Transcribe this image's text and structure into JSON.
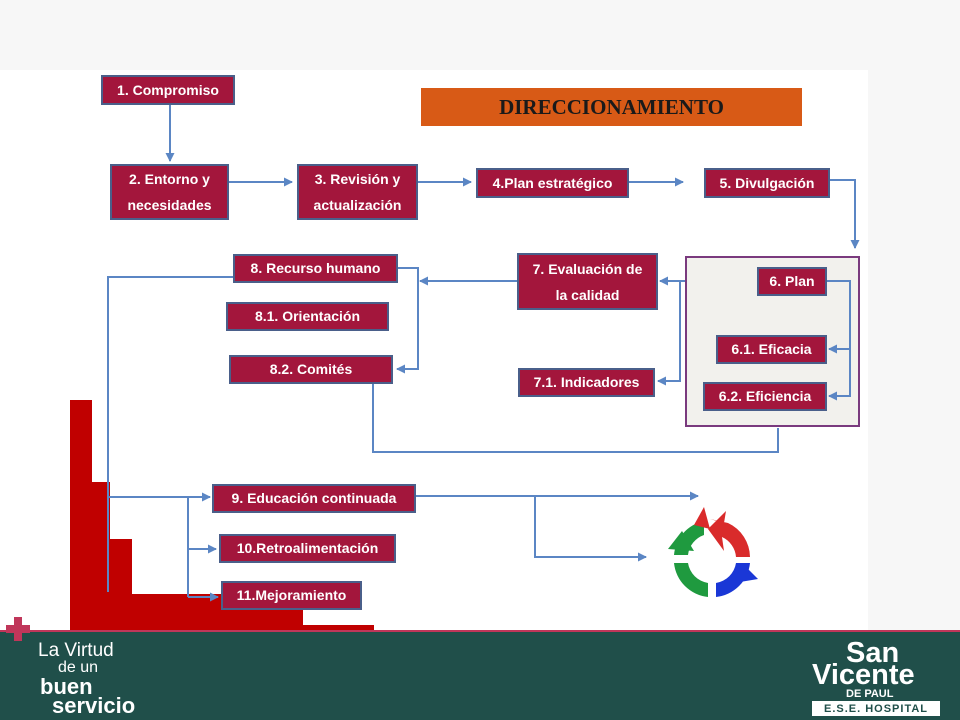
{
  "title": "DIRECCIONAMIENTO",
  "nodes": {
    "n1": "1. Compromiso",
    "n2": "2. Entorno y necesidades",
    "n3": "3. Revisión y actualización",
    "n4": "4.Plan estratégico",
    "n5": "5. Divulgación",
    "n6": "6. Plan",
    "n61": "6.1. Eficacia",
    "n62": "6.2. Eficiencia",
    "n7": "7. Evaluación de la calidad",
    "n71": "7.1. Indicadores",
    "n8": "8. Recurso humano",
    "n81": "8.1. Orientación",
    "n82": "8.2. Comités",
    "n9": "9. Educación continuada",
    "n10": "10.Retroalimentación",
    "n11": "11.Mejoramiento"
  },
  "footer": {
    "slogan": [
      "La Virtud",
      "de un",
      "buen",
      "servicio"
    ],
    "logo_line1": "San",
    "logo_line2": "Vicente",
    "logo_line3": "DE PAUL",
    "logo_strip": "E.S.E. HOSPITAL"
  },
  "colors": {
    "box_fill": "#a3163c",
    "box_border": "#4a5f8a",
    "banner": "#d85a16",
    "connector": "#5b86c4",
    "footer_bg": "#204f4a",
    "stairs": "#c00000",
    "cycle": [
      "#d92b2b",
      "#1f9a3f",
      "#1a37d6"
    ]
  },
  "icons": [
    "cycle-arrows-icon",
    "plus-cross-icon"
  ]
}
